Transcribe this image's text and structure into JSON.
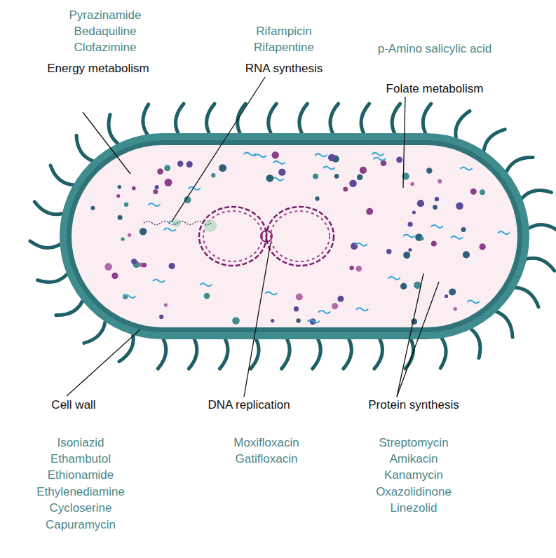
{
  "diagram": {
    "labels": [
      "Pyrazinamide",
      "Bedaquiline",
      "Clofazimine",
      "Rifampicin",
      "Rifapentine",
      "p-Amino salicylic acid",
      "Energy metabolism",
      "RNA synthesis",
      "Folate metabolism",
      "Cell wall",
      "DNA replication",
      "Protein synthesis",
      "Isoniazid",
      "Ethambutol",
      "Ethionamide",
      "Ethylenediamine",
      "Cycloserine",
      "Capuramycin",
      "Moxifloxacin",
      "Gatifloxacin",
      "Streptomycin",
      "Amikacin",
      "Kanamycin",
      "Oxazolidinone",
      "Linezolid"
    ]
  }
}
